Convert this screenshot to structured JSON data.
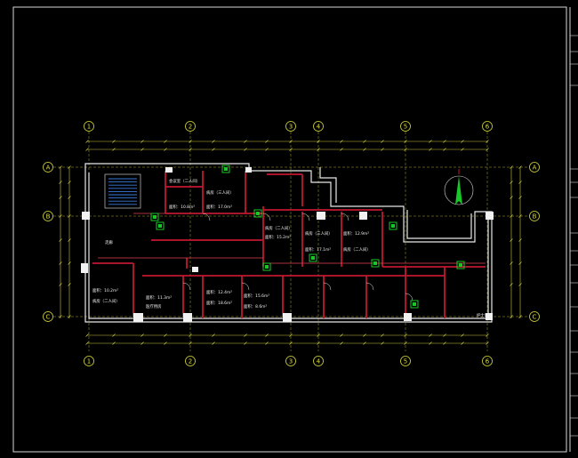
{
  "drawing": {
    "background": "#000000",
    "colors": {
      "frame": "#d8d8d8",
      "wall": "#c01830",
      "wall_light": "#e04050",
      "outer_wall": "#e8e8e8",
      "dimension": "#c8c840",
      "axis": "#d8d840",
      "fixture": "#18c828",
      "stair": "#3a7ad8",
      "text": "#f0f0f0"
    },
    "axis_labels": {
      "top": [
        "1",
        "2",
        "3",
        "4",
        "5",
        "6"
      ],
      "bottom": [
        "1",
        "2",
        "3",
        "4",
        "5",
        "6"
      ],
      "left": [
        "A",
        "B",
        "C"
      ],
      "right": [
        "A",
        "B",
        "C"
      ]
    },
    "rooms": [
      "会议室（二人间）",
      "面积：10.8m²",
      "病房（三人间）",
      "面积：17.0m²",
      "走廊",
      "病房（二人间）",
      "面积：15.2m²",
      "病房（三人间）",
      "面积：17.1m²",
      "面积：12.9m²",
      "病房（二人间）",
      "面积：10.2m²",
      "病房（二人间）",
      "面积：11.3m²",
      "医疗用房",
      "面积：12.4m²",
      "面积：18.6m²",
      "面积：15.6m²",
      "面积：8.6m²",
      "护士站"
    ],
    "icons": [
      "north-arrow-icon",
      "stair-icon",
      "toilet-fixture-icon"
    ]
  }
}
